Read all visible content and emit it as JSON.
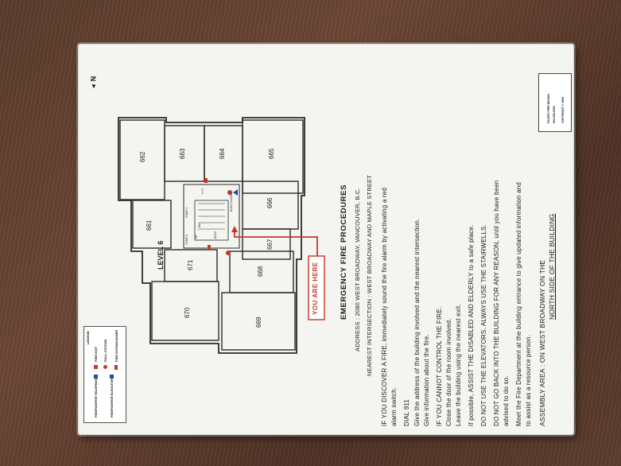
{
  "sign": {
    "level_label": "LEVEL 6",
    "north_label": "N",
    "badge": [
      "PACIFIC FIRE DESIGN",
      "604-000-0000",
      "COPYRIGHT © 1994"
    ],
    "you_are_here": "YOU ARE HERE",
    "rooms": [
      "662",
      "663",
      "664",
      "665",
      "666",
      "661",
      "667",
      "671",
      "668",
      "670",
      "669"
    ],
    "core_labels": [
      "STAIR 4",
      "STAIR 5",
      "ELEV.",
      "UP",
      "DN",
      "ELEC CLOSET",
      "EXIT"
    ],
    "legend": {
      "title": "LEGEND",
      "items": [
        "FIRE EXIT",
        "PULL STATION",
        "FIRE EXTINGUISHER",
        "FIREFIGHTER TELEPHONE",
        "FIREFIGHTER ELEVATOR"
      ]
    },
    "procedures": {
      "title": "EMERGENCY FIRE PROCEDURES",
      "address": "ADDRESS : 2080 WEST BROADWAY, VANCOUVER, B.C.",
      "intersection": "NEAREST INTERSECTION : WEST BROADWAY AND MAPLE STREET",
      "discover_1": "IF YOU DISCOVER A FIRE, immediately sound the fire alarm by activating a red",
      "discover_2": "alarm switch.",
      "dial": "DIAL 911",
      "give_1": "Give the address of the building involved and the nearest intersection.",
      "give_2": "Give information about the fire.",
      "cannot": "IF YOU CANNOT CONTROL THE FIRE.",
      "close": "Close the door of the room involved.",
      "leave": "Leave the building using the nearest exit.",
      "assist": "If possible, ASSIST THE DISABLED AND ELDERLY to a safe place.",
      "elevators": "DO NOT USE THE ELEVATORS. ALWAYS USE THE STAIRWELLS.",
      "goback_1": "DO NOT GO BACK INTO THE BUILDING FOR ANY REASON, until you have been",
      "goback_2": "advised to do so.",
      "meet_1": "Meet the Fire Department at the building entrance to give updated information and",
      "meet_2": "to assist as a resource person.",
      "assembly_1": "ASSEMBLY AREA : ON WEST BROADWAY ON THE",
      "assembly_2": "NORTH SIDE OF THE BUILDING"
    }
  }
}
